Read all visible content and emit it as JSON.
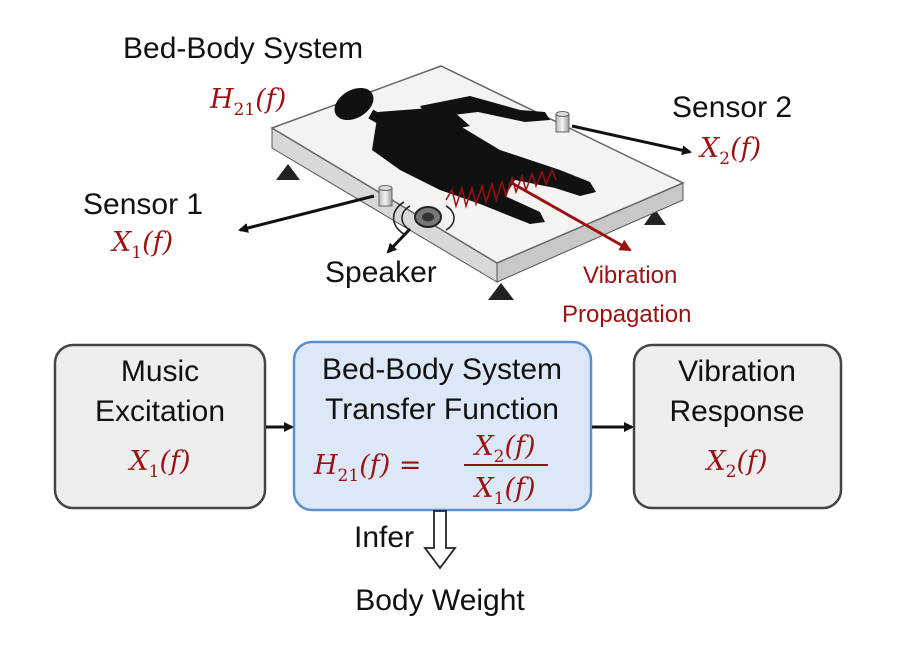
{
  "scene": {
    "title_label": "Bed-Body System",
    "title_math": "H21(f)",
    "sensor1_label": "Sensor 1",
    "sensor1_math": "X1(f)",
    "sensor2_label": "Sensor 2",
    "sensor2_math": "X2(f)",
    "speaker_label": "Speaker",
    "vibration_line1": "Vibration",
    "vibration_line2": "Propagation"
  },
  "flow": {
    "box1": {
      "line1": "Music",
      "line2": "Excitation",
      "math": "X1(f)"
    },
    "box2": {
      "line1": "Bed-Body System",
      "line2": "Transfer Function",
      "math_lhs": "H21(f) =",
      "math_num": "X2(f)",
      "math_den": "X1(f)"
    },
    "box3": {
      "line1": "Vibration",
      "line2": "Response",
      "math": "X2(f)"
    },
    "infer_label": "Infer",
    "output_label": "Body Weight"
  },
  "colors": {
    "accent_red": "#9b1111",
    "box_gray": "#eeeeee",
    "box_blue": "#dce8f8",
    "box_blue_border": "#5b8fd0"
  }
}
